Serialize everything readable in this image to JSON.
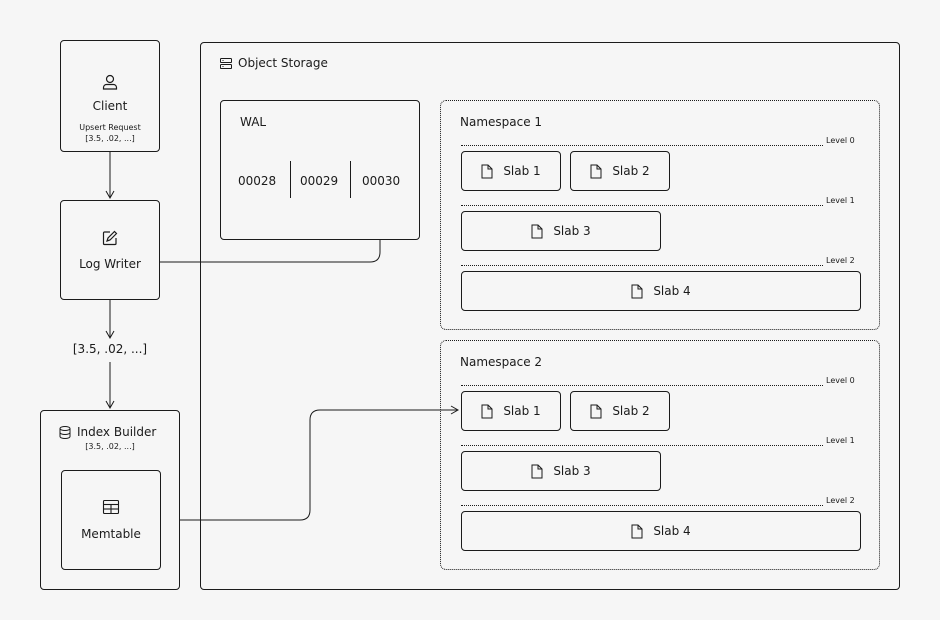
{
  "client": {
    "label": "Client",
    "request_title": "Upsert Request",
    "request_value": "[3.5, .02, ...]"
  },
  "log_writer": {
    "label": "Log Writer"
  },
  "vector_label": "[3.5, .02, ...]",
  "index_builder": {
    "label": "Index Builder",
    "value": "[3.5, .02, ...]"
  },
  "memtable": {
    "label": "Memtable"
  },
  "object_storage": {
    "label": "Object Storage"
  },
  "wal": {
    "label": "WAL",
    "entries": [
      "00028",
      "00029",
      "00030"
    ]
  },
  "namespaces": [
    {
      "label": "Namespace 1",
      "levels": [
        "Level 0",
        "Level 1",
        "Level 2"
      ],
      "slabs": [
        "Slab 1",
        "Slab 2",
        "Slab 3",
        "Slab 4"
      ]
    },
    {
      "label": "Namespace 2",
      "levels": [
        "Level 0",
        "Level 1",
        "Level 2"
      ],
      "slabs": [
        "Slab 1",
        "Slab 2",
        "Slab 3",
        "Slab 4"
      ]
    }
  ],
  "icons": {
    "client": "user-icon",
    "log_writer": "edit-icon",
    "index_builder": "database-icon",
    "memtable": "table-icon",
    "object_storage": "server-icon",
    "slab": "document-icon"
  }
}
